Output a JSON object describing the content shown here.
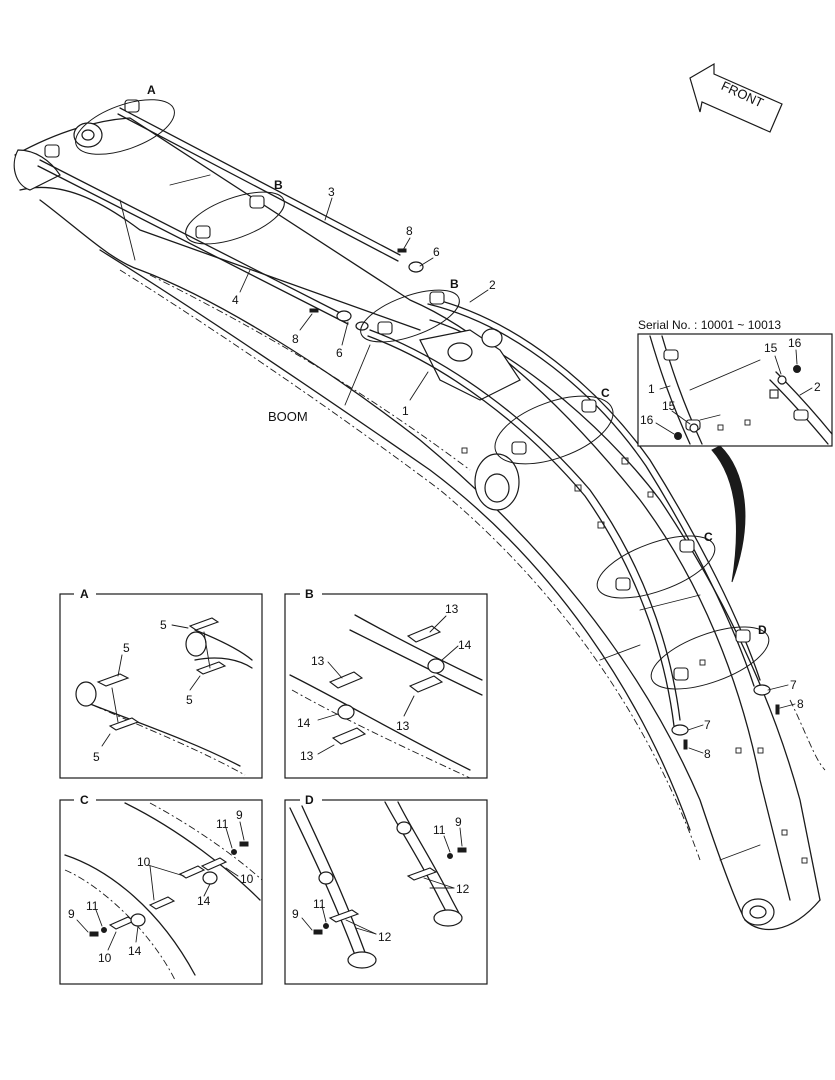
{
  "labels": {
    "boom": "BOOM",
    "front": "FRONT",
    "serial": "Serial No. : 10001 ~ 10013",
    "view_a": "A",
    "view_b": "B",
    "view_c": "C",
    "view_d": "D"
  },
  "callouts_main": [
    "1",
    "1",
    "2",
    "2",
    "3",
    "4",
    "6",
    "6",
    "8",
    "8",
    "7",
    "7",
    "8",
    "8",
    "15",
    "15",
    "16",
    "16"
  ],
  "detail_a": [
    "5",
    "5",
    "5",
    "5"
  ],
  "detail_b": [
    "13",
    "13",
    "13",
    "13",
    "14",
    "14"
  ],
  "detail_c": [
    "9",
    "9",
    "10",
    "10",
    "10",
    "11",
    "11",
    "14",
    "14"
  ],
  "detail_d": [
    "9",
    "9",
    "11",
    "11",
    "12",
    "12"
  ]
}
